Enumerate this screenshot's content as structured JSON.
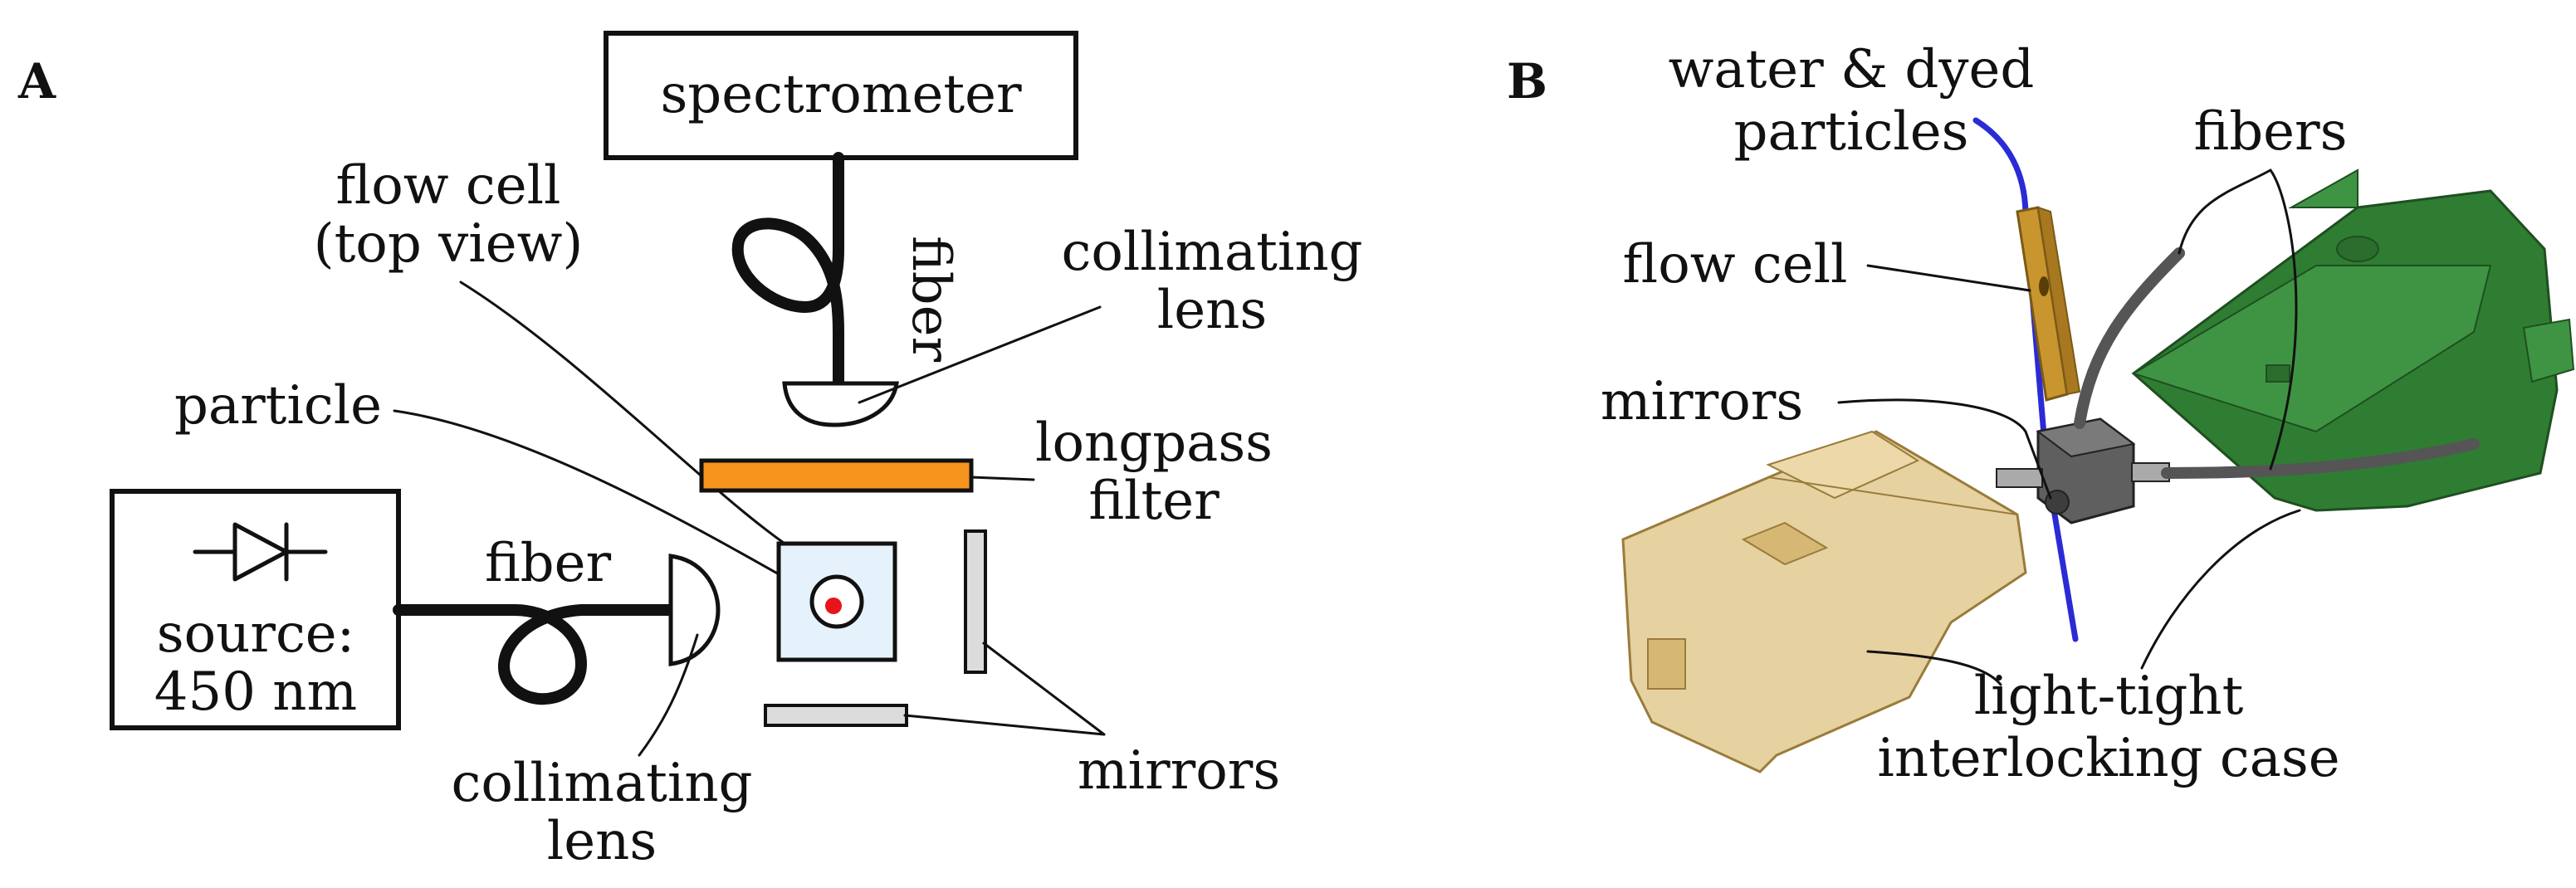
{
  "panels": {
    "a": "A",
    "b": "B"
  },
  "panel_a": {
    "spectrometer": "spectrometer",
    "fiber_top": "fiber",
    "flow_cell_line1": "flow cell",
    "flow_cell_line2": "(top view)",
    "collimating_lens_top_line1": "collimating",
    "collimating_lens_top_line2": "lens",
    "particle": "particle",
    "longpass_line1": "longpass",
    "longpass_line2": "filter",
    "source_line1": "source:",
    "source_line2": "450 nm",
    "fiber_left": "fiber",
    "collimating_lens_bottom_line1": "collimating",
    "collimating_lens_bottom_line2": "lens",
    "mirrors": "mirrors"
  },
  "panel_b": {
    "water_line1": "water & dyed",
    "water_line2": "particles",
    "fibers": "fibers",
    "flow_cell": "flow cell",
    "mirrors": "mirrors",
    "case_line1": "light-tight",
    "case_line2": "interlocking case"
  },
  "colors": {
    "filter": "#f7941d",
    "particle": "#e8141c",
    "flow_cell_fill": "#e6f2fb",
    "mirror_fill": "#dcdcdc",
    "water_tube": "#2b2bd6",
    "case_green": "#2f7d32",
    "case_tan": "#e2c98f",
    "flow_cell_brass": "#c9952e",
    "block_gray": "#5f5f5f"
  }
}
